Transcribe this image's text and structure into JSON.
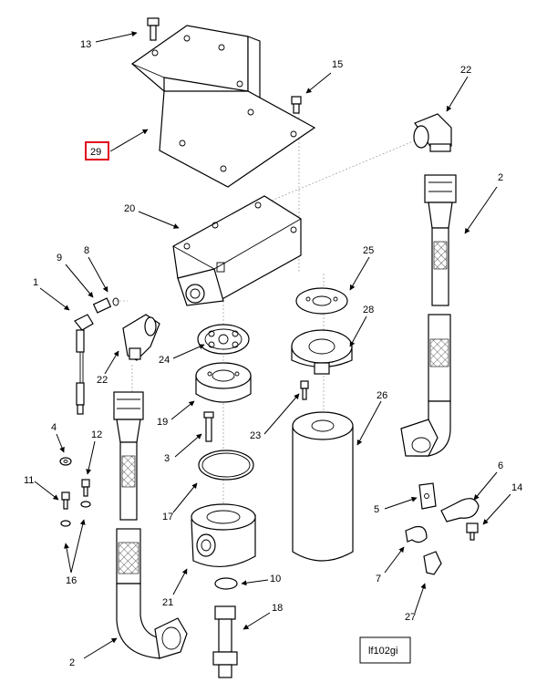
{
  "callouts": {
    "c1": "1",
    "c2a": "2",
    "c2b": "2",
    "c3": "3",
    "c4": "4",
    "c5": "5",
    "c6": "6",
    "c7": "7",
    "c8": "8",
    "c9": "9",
    "c10": "10",
    "c11": "11",
    "c12": "12",
    "c13": "13",
    "c14": "14",
    "c15": "15",
    "c16": "16",
    "c17": "17",
    "c18": "18",
    "c19": "19",
    "c20": "20",
    "c21": "21",
    "c22a": "22",
    "c22b": "22",
    "c23": "23",
    "c24": "24",
    "c25": "25",
    "c26": "26",
    "c27": "27",
    "c28": "28",
    "c29": "29"
  },
  "highlight_color": "#e0001b",
  "reference_tag": "lf102gi"
}
